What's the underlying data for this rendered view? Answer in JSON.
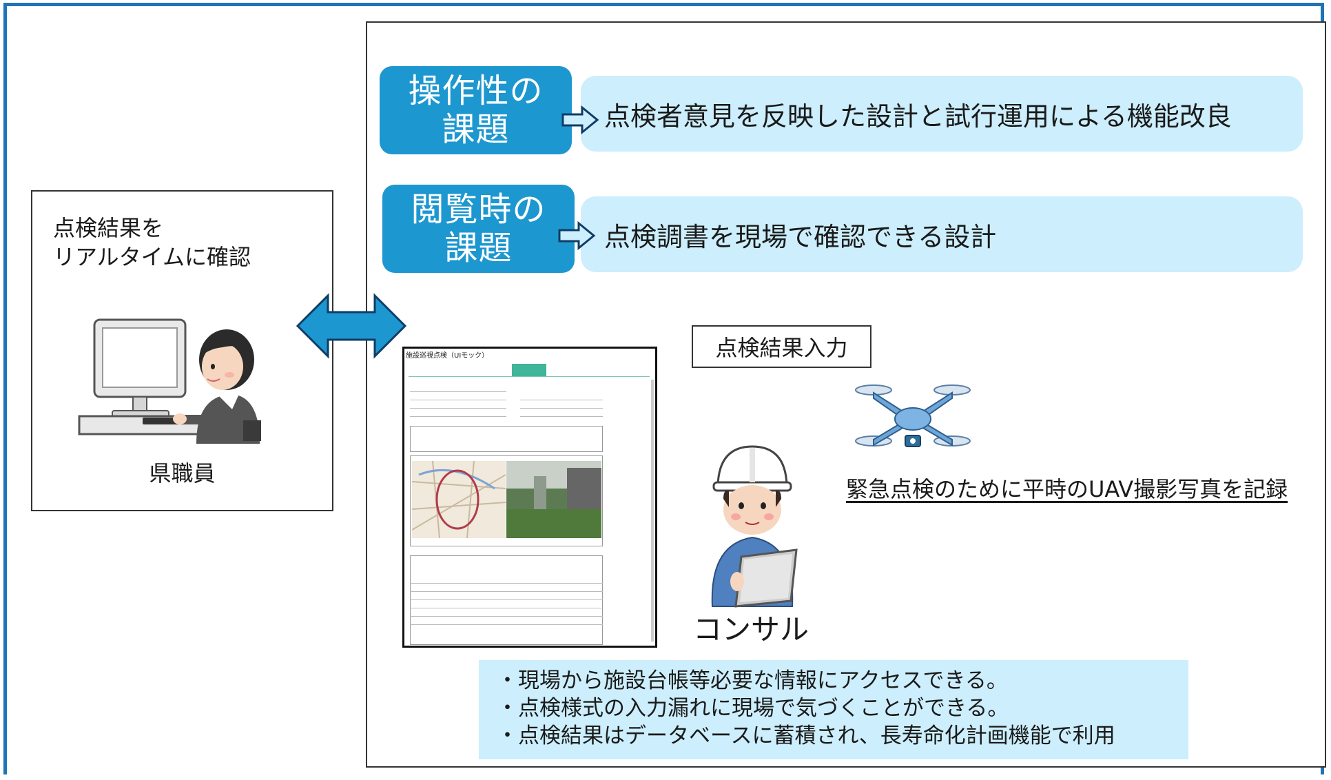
{
  "staff": {
    "text_line1": "点検結果を",
    "text_line2": "リアルタイムに確認",
    "label": "県職員"
  },
  "challenges": [
    {
      "tag_line1": "操作性の",
      "tag_line2": "課題",
      "solution": "点検者意見を反映した設計と試行運用による機能改良"
    },
    {
      "tag_line1": "閲覧時の",
      "tag_line2": "課題",
      "solution": "点検調書を現場で確認できる設計"
    }
  ],
  "input_label": "点検結果入力",
  "uav_note": "緊急点検のために平時のUAV撮影写真を記録",
  "consultant_label": "コンサル",
  "notes": [
    "・現場から施設台帳等必要な情報にアクセスできる。",
    "・点検様式の入力漏れに現場で気づくことができる。",
    "・点検結果はデータベースに蓄積され、長寿命化計画機能で利用"
  ],
  "mock_screen": {
    "title": "施設巡視点検（UIモック）"
  },
  "colors": {
    "frame_border": "#1e74b8",
    "tag_bg": "#1d97d0",
    "pill_bg": "#cdeefc",
    "arrow_fill": "#1d97d0"
  },
  "icons": [
    "double-arrow-icon",
    "right-arrow-icon",
    "computer-icon",
    "staff-person-icon",
    "drone-icon",
    "consultant-worker-icon",
    "tablet-icon"
  ]
}
